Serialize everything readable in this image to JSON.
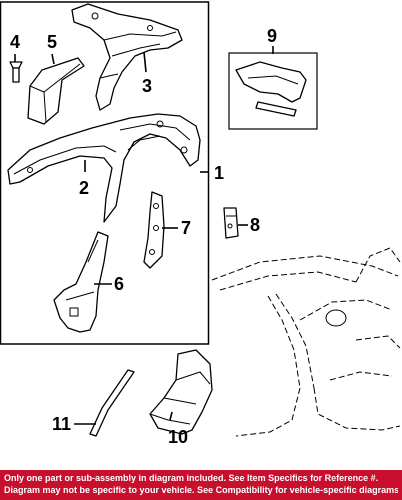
{
  "callouts": {
    "c1": "1",
    "c2": "2",
    "c3": "3",
    "c4": "4",
    "c5": "5",
    "c6": "6",
    "c7": "7",
    "c8": "8",
    "c9": "9",
    "c10": "10",
    "c11": "11"
  },
  "disclaimer": {
    "line1": "Only one part or sub-assembly in diagram included. See Item Specifics for Reference #.",
    "line2": "Diagram may not be specific to your vehicle. See Compatibility for vehicle-specific diagrams."
  },
  "colors": {
    "banner": "#c8102e",
    "banner_text": "#ffffff",
    "line": "#000000"
  }
}
